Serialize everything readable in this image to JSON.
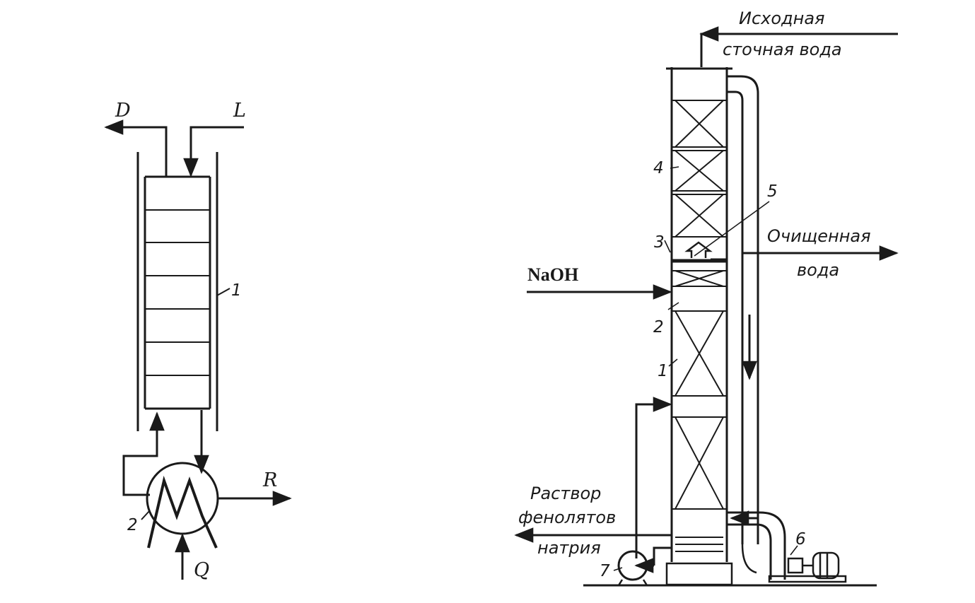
{
  "left_diagram": {
    "flow_top_left": "D",
    "flow_top_right": "L",
    "column_number": "1",
    "reboiler_number": "2",
    "bottom_flow": "R",
    "heat_input": "Q"
  },
  "right_diagram": {
    "feed_line1": "Исходная",
    "feed_line2": "сточная вода",
    "clean_line1": "Очищенная",
    "clean_line2": "вода",
    "reagent": "NaOH",
    "product_line1": "Раствор",
    "product_line2": "фенолятов",
    "product_line3": "натрия",
    "numbers": [
      "1",
      "2",
      "3",
      "4",
      "5",
      "6",
      "7"
    ]
  }
}
